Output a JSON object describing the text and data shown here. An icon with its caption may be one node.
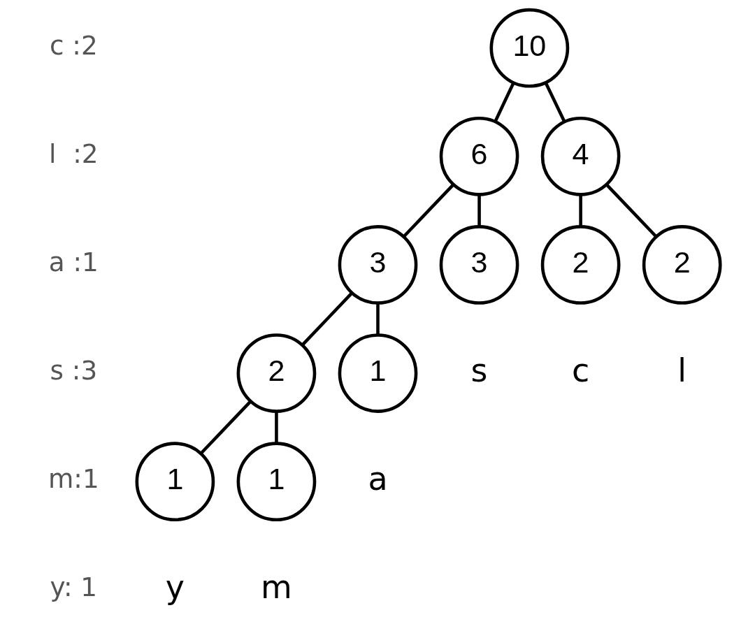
{
  "diagram": {
    "nodes": [
      {
        "text": [
          "10"
        ]
      },
      {
        "text": [
          "6"
        ]
      },
      {
        "text": [
          "4"
        ]
      },
      {
        "text": [
          "3"
        ]
      },
      {
        "text": [
          "3"
        ],
        "beside": [
          "s"
        ]
      },
      {
        "text": [
          "2"
        ],
        "beside": [
          "c"
        ]
      },
      {
        "text": [
          "2"
        ],
        "beside": [
          "l"
        ]
      },
      {
        "text": [
          "2"
        ]
      },
      {
        "text": [
          "1"
        ],
        "beside": [
          "a"
        ]
      },
      {
        "text": [
          "1"
        ],
        "beside": [
          "y"
        ]
      },
      {
        "text": [
          "1"
        ],
        "beside": [
          "m"
        ]
      }
    ],
    "edges": [
      {
        "from": 0,
        "to": 1,
        "arrow": "none"
      },
      {
        "from": 0,
        "to": 2,
        "arrow": "none"
      },
      {
        "from": 1,
        "to": 3,
        "arrow": "none"
      },
      {
        "from": 1,
        "to": 4,
        "arrow": "none"
      },
      {
        "from": 2,
        "to": 5,
        "arrow": "none"
      },
      {
        "from": 2,
        "to": 6,
        "arrow": "none"
      },
      {
        "from": 3,
        "to": 7,
        "arrow": "none"
      },
      {
        "from": 3,
        "to": 8,
        "arrow": "none"
      },
      {
        "from": 7,
        "to": 9,
        "arrow": "none"
      },
      {
        "from": 7,
        "to": 10,
        "arrow": "none"
      }
    ],
    "labels": [
      "c :2",
      "l  :2",
      "a :1",
      "s :3",
      "m:1",
      "y: 1"
    ]
  }
}
